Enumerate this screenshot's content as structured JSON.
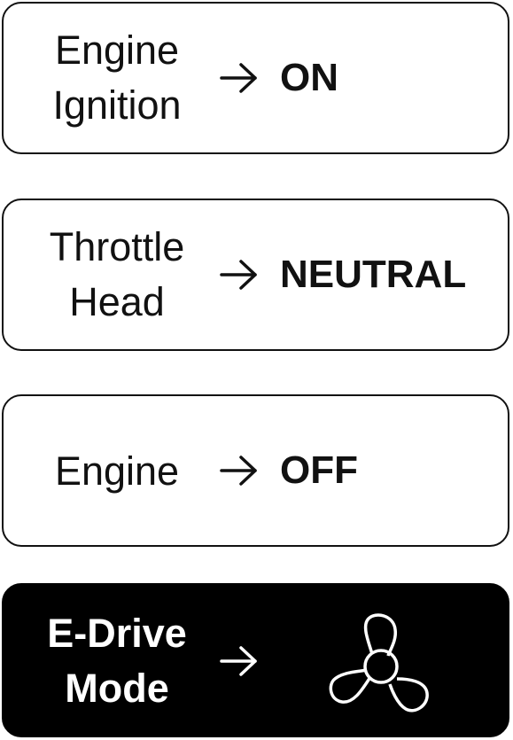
{
  "cards": [
    {
      "label_line1": "Engine",
      "label_line2": "Ignition",
      "arrow_icon": "right-arrow",
      "value": "ON"
    },
    {
      "label_line1": "Throttle",
      "label_line2": "Head",
      "arrow_icon": "right-arrow",
      "value": "NEUTRAL"
    },
    {
      "label_line1": "Engine",
      "arrow_icon": "right-arrow",
      "value": "OFF"
    },
    {
      "label_line1": "E-Drive",
      "label_line2": "Mode",
      "arrow_icon": "right-arrow",
      "value_icon": "fan-icon"
    }
  ],
  "colors": {
    "border": "#111111",
    "text": "#111111",
    "dark_card_bg": "#000000",
    "dark_card_text": "#ffffff"
  }
}
